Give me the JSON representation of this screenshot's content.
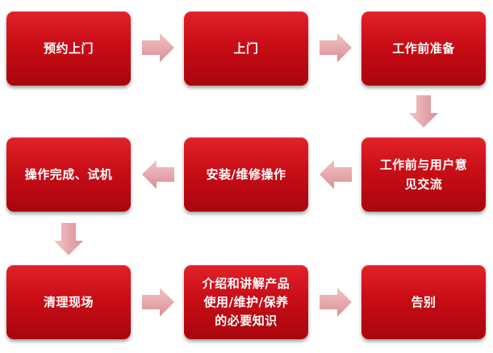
{
  "steps": [
    {
      "label": "预约上门"
    },
    {
      "label": "上门"
    },
    {
      "label": "工作前准备"
    },
    {
      "label": "工作前与用户意\n见交流"
    },
    {
      "label": "安装/维修操作"
    },
    {
      "label": "操作完成、试机"
    },
    {
      "label": "清理现场"
    },
    {
      "label": "介绍和讲解产品\n使用/维护/保养\n的必要知识"
    },
    {
      "label": "告别"
    }
  ],
  "colors": {
    "box_top": "#e0222a",
    "box_bottom": "#a9050d",
    "arrow": "#e8a8ac"
  },
  "arrow_icon": "block-arrow"
}
